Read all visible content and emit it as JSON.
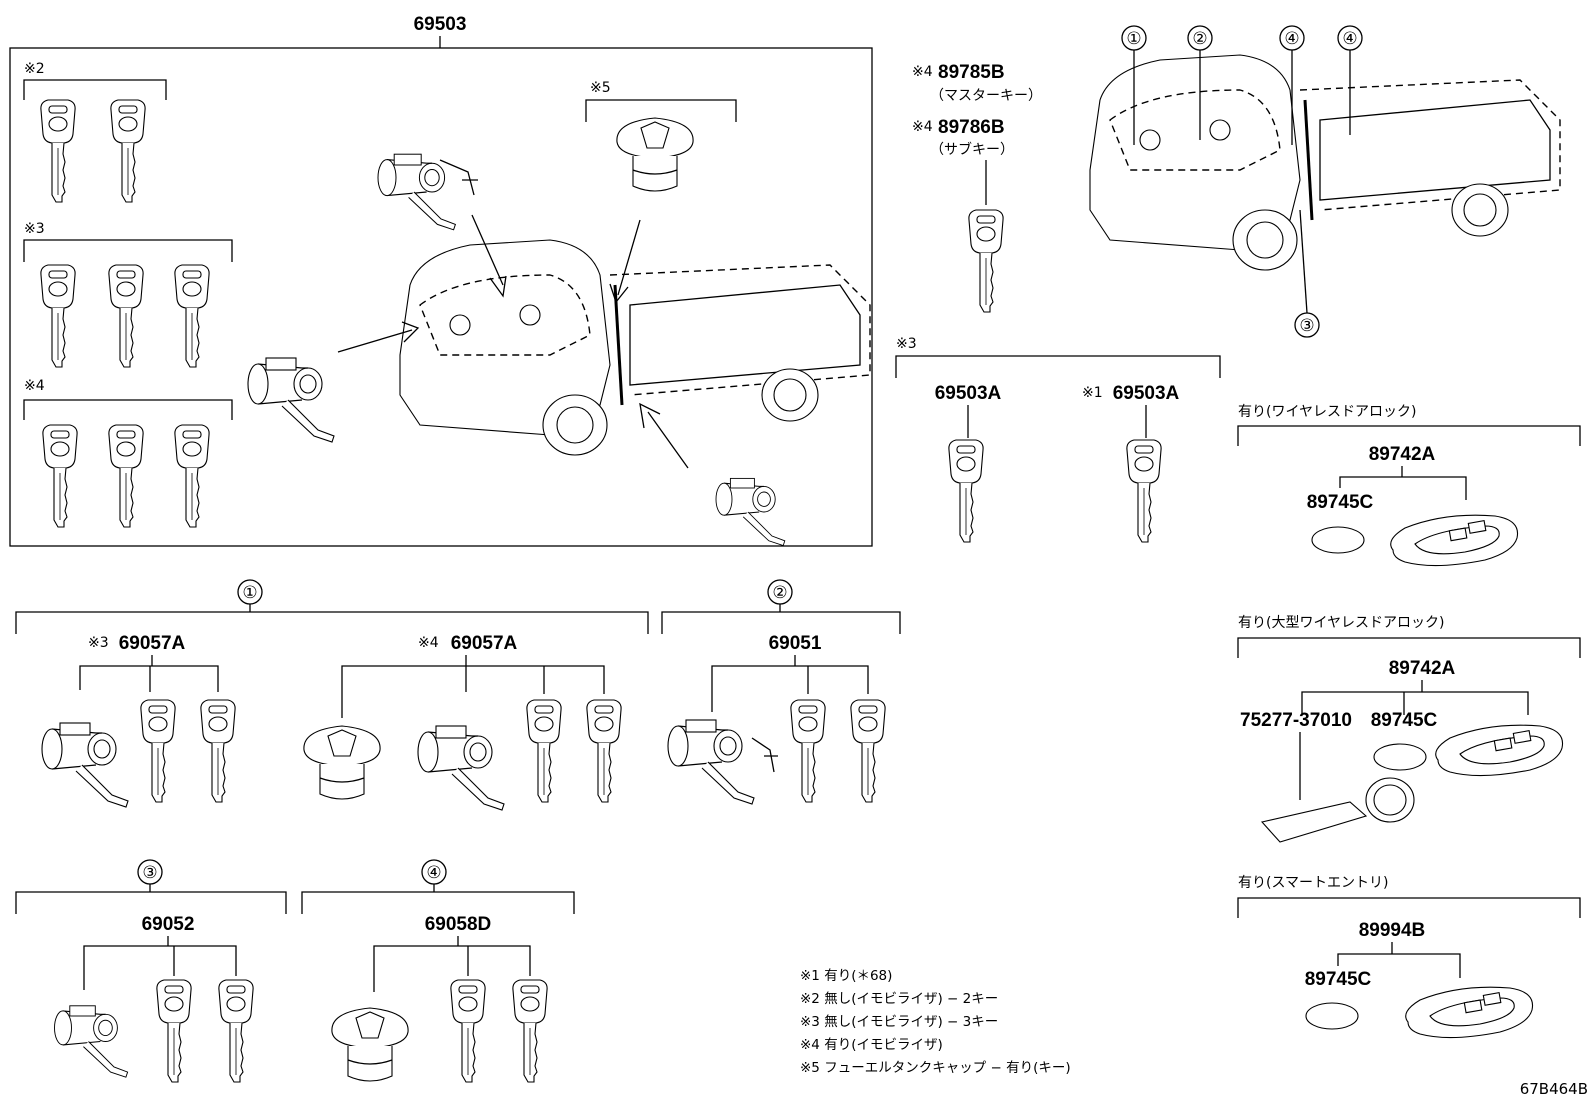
{
  "main_assembly": {
    "part_number": "69503",
    "groups": [
      {
        "mark": "※2",
        "keys": 2
      },
      {
        "mark": "※3",
        "keys": 3
      },
      {
        "mark": "※4",
        "keys": 3
      },
      {
        "mark": "※5",
        "item": "fuel-cap"
      }
    ]
  },
  "keys_top": [
    {
      "mark": "※4",
      "part_number": "89785B",
      "label": "（マスターキー）"
    },
    {
      "mark": "※4",
      "part_number": "89786B",
      "label": "（サブキー）"
    }
  ],
  "key_sets": {
    "mark": "※3",
    "items": [
      {
        "mark": "",
        "part_number": "69503A"
      },
      {
        "mark": "※1",
        "part_number": "69503A"
      }
    ]
  },
  "callouts": [
    "①",
    "②",
    "④",
    "④",
    "③"
  ],
  "sections": [
    {
      "circle": "①",
      "items": [
        {
          "mark": "※3",
          "part_number": "69057A"
        },
        {
          "mark": "※4",
          "part_number": "69057A"
        }
      ]
    },
    {
      "circle": "②",
      "items": [
        {
          "mark": "",
          "part_number": "69051"
        }
      ]
    },
    {
      "circle": "③",
      "items": [
        {
          "mark": "",
          "part_number": "69052"
        }
      ]
    },
    {
      "circle": "④",
      "items": [
        {
          "mark": "",
          "part_number": "69058D"
        }
      ]
    }
  ],
  "wireless": [
    {
      "title": "有り(ワイヤレスドアロック)",
      "assembly": "89742A",
      "battery": "89745C",
      "extra": ""
    },
    {
      "title": "有り(大型ワイヤレスドアロック)",
      "assembly": "89742A",
      "battery": "89745C",
      "extra": "75277-37010"
    },
    {
      "title": "有り(スマートエントリ)",
      "assembly": "89994B",
      "battery": "89745C",
      "extra": ""
    }
  ],
  "notes": [
    "※1 有り(＊68)",
    "※2 無し(イモビライザ) − 2キー",
    "※3 無し(イモビライザ) − 3キー",
    "※4 有り(イモビライザ)",
    "※5 フューエルタンクキャップ − 有り(キー)"
  ],
  "figure_code": "67B464B"
}
